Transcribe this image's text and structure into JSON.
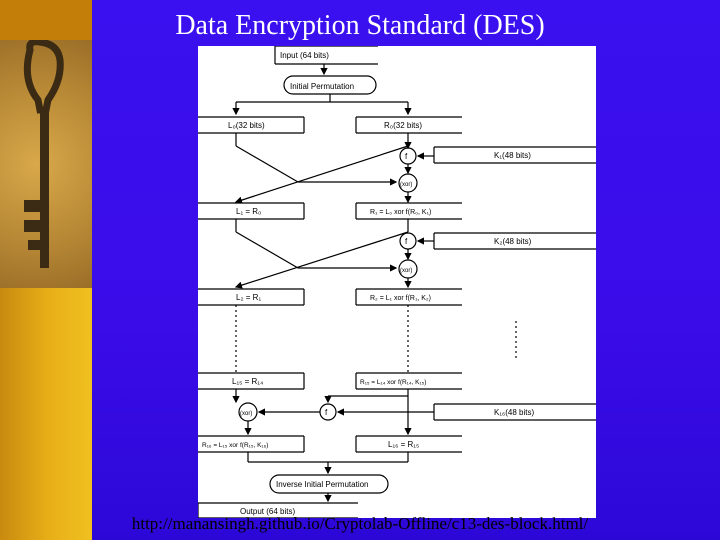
{
  "slide": {
    "title": "Data Encryption Standard (DES)",
    "url": "http://manansingh.github.io/Cryptolab-Offline/c13-des-block.html/"
  },
  "diagram": {
    "input": "Input (64 bits)",
    "initial_permutation": "Initial Permutation",
    "l0": "L₀(32 bits)",
    "r0": "R₀(32 bits)",
    "f": "f",
    "xor": "(xor)",
    "k1": "K₁(48 bits)",
    "l1": "L₁ = R₀",
    "r1": "R₁ = L₀ xor f(R₀, K₁)",
    "k2": "K₂(48 bits)",
    "l2": "L₂ = R₁",
    "r2": "R₂ = L₁ xor f(R₁, K₂)",
    "l15": "L₁₅ = R₁₄",
    "r15": "R₁₅ = L₁₄ xor f(R₁₄, K₁₅)",
    "k16": "K₁₆(48 bits)",
    "r16": "R₁₆ = L₁₅ xor f(R₁₅, K₁₆)",
    "l16": "L₁₆ = R₁₅",
    "inverse_permutation": "Inverse Initial Permutation",
    "output": "Output (64 bits)"
  },
  "colors": {
    "background": "#3a10f0",
    "title_text": "#ffffff",
    "left_bar": "#e8b018"
  }
}
